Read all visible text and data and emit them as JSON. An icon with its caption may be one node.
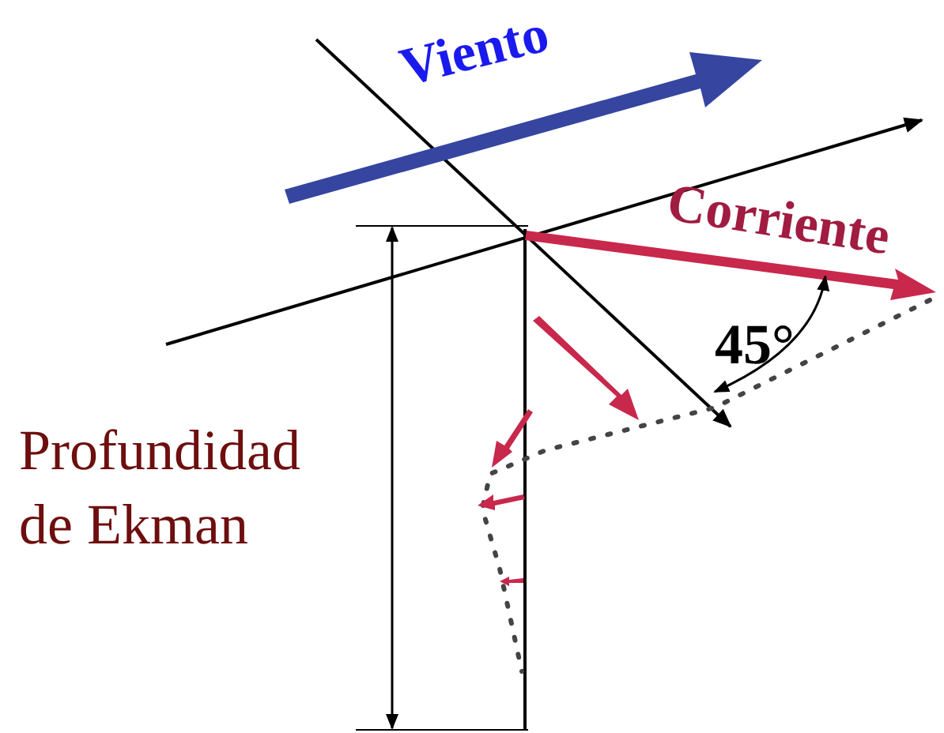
{
  "diagram": {
    "labels": [
      "Viento",
      "Corriente",
      "45°",
      "Profundidad de Ekman"
    ]
  }
}
